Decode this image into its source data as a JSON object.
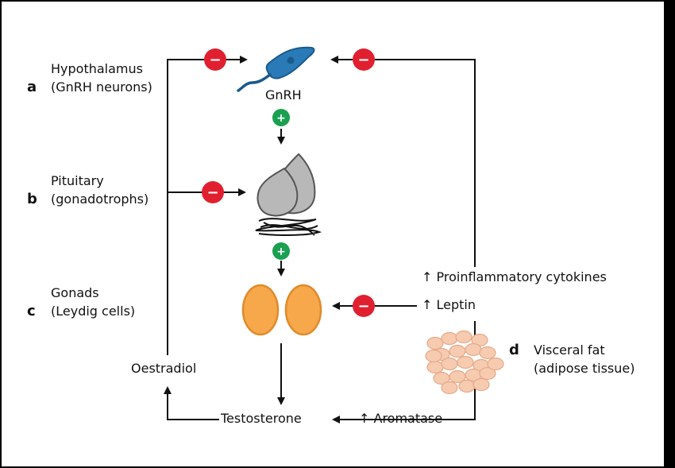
{
  "colors": {
    "inhibit": "#e02030",
    "stimulate": "#1aa050",
    "neuron": "#2a7ab8",
    "neuron_dark": "#1a5a8a",
    "pituitary": "#b8b8b8",
    "gonad_fill": "#f6a84a",
    "gonad_stroke": "#e08a2a",
    "fat_fill": "#f6cbb0",
    "fat_stroke": "#e6a888"
  },
  "sections": {
    "a": {
      "letter": "a",
      "line1": "Hypothalamus",
      "line2": "(GnRH neurons)"
    },
    "b": {
      "letter": "b",
      "line1": "Pituitary",
      "line2": "(gonadotrophs)"
    },
    "c": {
      "letter": "c",
      "line1": "Gonads",
      "line2": "(Leydig cells)"
    },
    "d": {
      "letter": "d",
      "line1": "Visceral fat",
      "line2": "(adipose tissue)"
    }
  },
  "labels": {
    "gnrh": "GnRH",
    "oestradiol": "Oestradiol",
    "testosterone": "Testosterone",
    "aromatase": "↑ Aromatase",
    "leptin": "↑ Leptin",
    "cytokines": "↑ Proinflammatory cytokines"
  },
  "badges": {
    "minus": "−",
    "plus": "+"
  },
  "icons": [
    "gnrh-neuron-icon",
    "pituitary-gland-icon",
    "testis-icon",
    "adipose-tissue-icon"
  ]
}
